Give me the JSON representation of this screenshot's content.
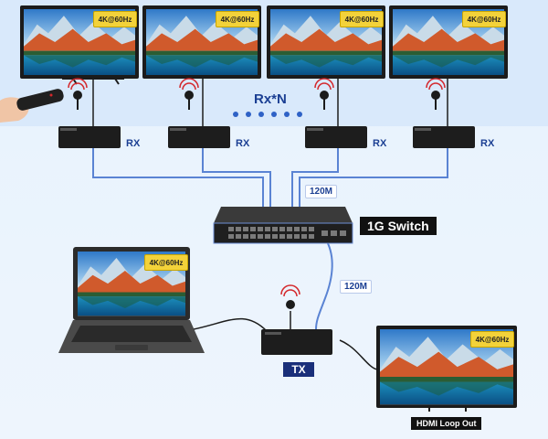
{
  "resolution_badge": "4K@60Hz",
  "rx_label": "RX",
  "rx_count": "Rx*N",
  "tx_label": "TX",
  "switch_label": "1G Switch",
  "bandwidth_top": "120M",
  "bandwidth_bottom": "120M",
  "loop_out_label": "HDMI Loop Out",
  "colors": {
    "cable_blue": "#5a83d3",
    "label_navy": "#1b3f93",
    "badge_yellow": "#f3d23a",
    "device_black": "#1d1d1d"
  }
}
